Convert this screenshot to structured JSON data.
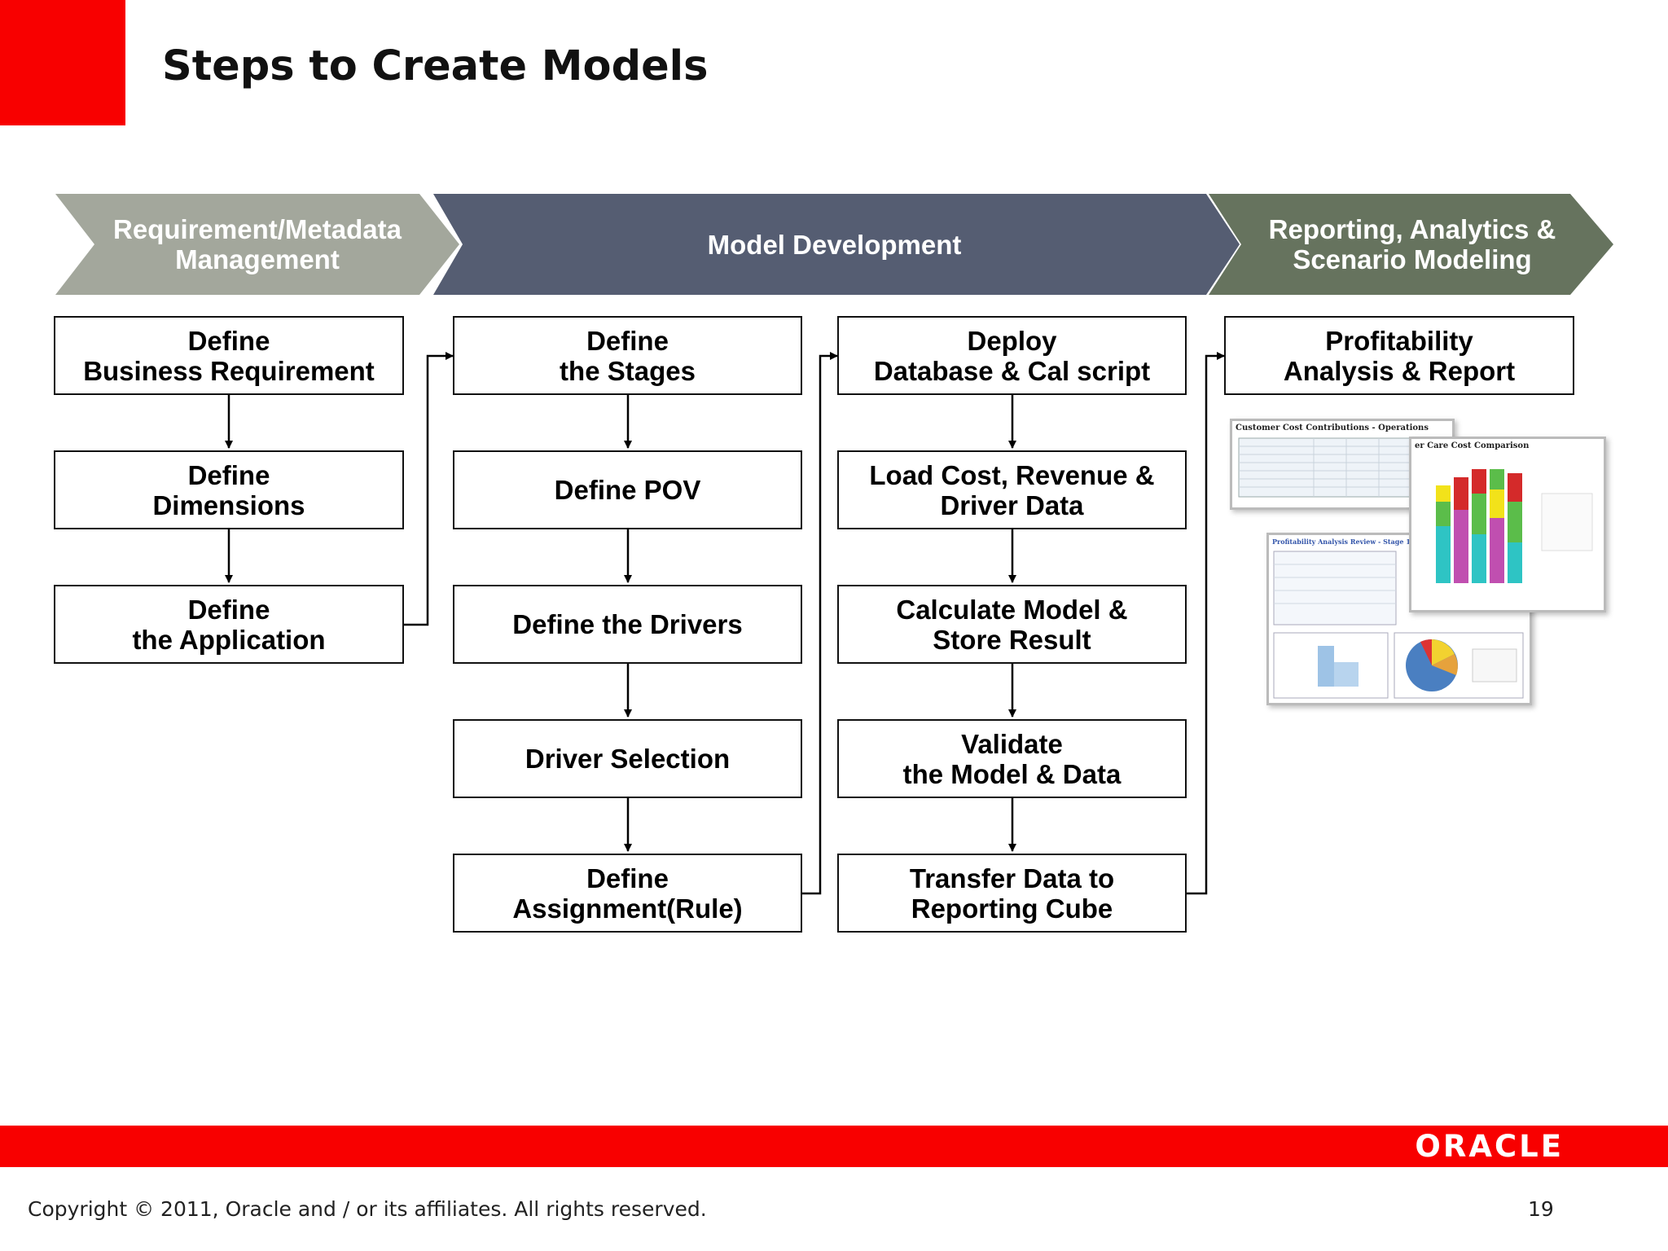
{
  "title": "Steps to Create Models",
  "phases": [
    {
      "label": "Requirement/Metadata\nManagement",
      "color": "#a3a79c"
    },
    {
      "label": "Model Development",
      "color": "#555d72"
    },
    {
      "label": "Reporting, Analytics &\nScenario Modeling",
      "color": "#66735e"
    }
  ],
  "columns": [
    {
      "steps": [
        "Define\nBusiness Requirement",
        "Define\nDimensions",
        "Define\nthe Application"
      ]
    },
    {
      "steps": [
        "Define\nthe Stages",
        "Define POV",
        "Define the Drivers",
        "Driver Selection",
        "Define\nAssignment(Rule)"
      ]
    },
    {
      "steps": [
        "Deploy\nDatabase & Cal script",
        "Load Cost, Revenue &\nDriver Data",
        "Calculate Model &\nStore Result",
        "Validate\nthe Model & Data",
        "Transfer Data to\nReporting Cube"
      ]
    },
    {
      "steps": [
        "Profitability\nAnalysis & Report"
      ]
    }
  ],
  "report_thumbnails": {
    "table_title": "Customer Cost Contributions - Operations",
    "chart_title": "er Care Cost Comparison",
    "dashboard_title": "Profitability Analysis Review - Stage 1 Analysis"
  },
  "footer": {
    "copyright": "Copyright © 2011, Oracle and / or its affiliates. All rights reserved.",
    "page_number": "19",
    "logo": "ORACLE"
  }
}
